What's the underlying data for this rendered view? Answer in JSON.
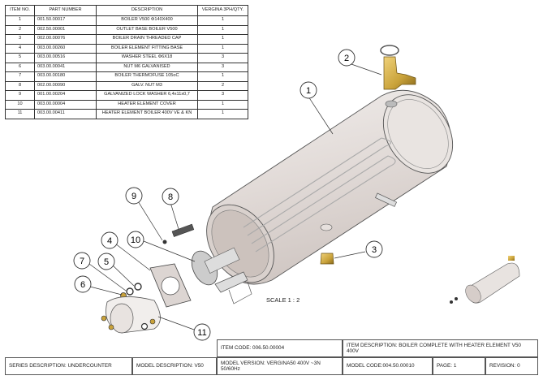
{
  "bom": {
    "headers": [
      "ITEM NO.",
      "PART NUMBER",
      "DESCRIPTION",
      "VERGINA 3PH/QTY."
    ],
    "rows": [
      {
        "item": "1",
        "part": "001.50.00017",
        "desc": "BOILER V500 Φ140X400",
        "qty": "1"
      },
      {
        "item": "2",
        "part": "002.50.00001",
        "desc": "OUTLET BASE BOILER V500",
        "qty": "1"
      },
      {
        "item": "3",
        "part": "002.00.00076",
        "desc": "BOILER DRAIN THREADED CAP",
        "qty": "1"
      },
      {
        "item": "4",
        "part": "003.00.00260",
        "desc": "BOILER ELEMENT FITTING BASE",
        "qty": "1"
      },
      {
        "item": "5",
        "part": "003.00.00516",
        "desc": "WASHER STEEL Φ6X18",
        "qty": "3"
      },
      {
        "item": "6",
        "part": "003.00.00041",
        "desc": "NUT M6 GALVANISED",
        "qty": "3"
      },
      {
        "item": "7",
        "part": "003.00.00180",
        "desc": "BOILER THERMOFUSE 105oC",
        "qty": "1"
      },
      {
        "item": "8",
        "part": "002.00.00090",
        "desc": "GALV. NUT M3",
        "qty": "2"
      },
      {
        "item": "9",
        "part": "001.00.00204",
        "desc": "GALVANIZED LOCK WASHER 6,4x11x0,7",
        "qty": "3"
      },
      {
        "item": "10",
        "part": "003.00.00004",
        "desc": "HEATER ELEMENT COVER",
        "qty": "1"
      },
      {
        "item": "11",
        "part": "003.00.00411",
        "desc": "HEATER ELEMENT BOILER 400V VE & KN",
        "qty": "1"
      }
    ]
  },
  "callouts": [
    "1",
    "2",
    "3",
    "4",
    "5",
    "6",
    "7",
    "8",
    "9",
    "10",
    "11"
  ],
  "scale_label": "SCALE 1 : 2",
  "title_block": {
    "item_code": "ITEM  CODE: 006.50.00004",
    "item_description": "ITEM  DESCRIPTION: BOILER COMPLETE WITH HEATER ELEMENT V50 400V",
    "series_description": "SERIES DESCRIPTION: UNDERCOUNTER",
    "model_description": "MODEL DESCRIPTION: V50",
    "model_version": "MODEL VERSION: VERGINA50 400V ~3N 50/60Hz",
    "model_code": "MODEL CODE:004.50.00010",
    "page": "PAGE: 1",
    "revision": "REVISION: 0"
  },
  "colors": {
    "line": "#333333",
    "tank_fill": "#e4dedb",
    "brass": "#c9a23a"
  }
}
